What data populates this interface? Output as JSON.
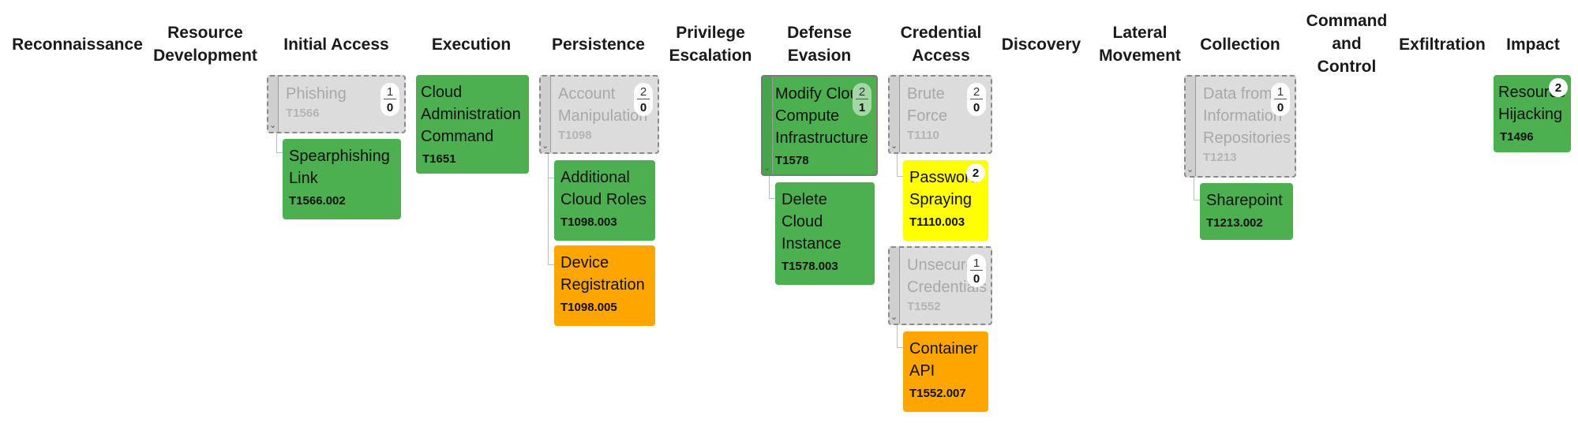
{
  "tactics": [
    "Reconnaissance",
    "Resource\nDevelopment",
    "Initial Access",
    "Execution",
    "Persistence",
    "Privilege\nEscalation",
    "Defense\nEvasion",
    "Credential\nAccess",
    "Discovery",
    "Lateral\nMovement",
    "Collection",
    "Command\nand\nControl",
    "Exfiltration",
    "Impact"
  ],
  "techniques": {
    "phishing": {
      "name": "Phishing",
      "id": "T1566",
      "badge_top": "1",
      "badge_bottom": "0"
    },
    "spearphishing_link": {
      "name": "Spearphishing\nLink",
      "id": "T1566.002"
    },
    "cloud_admin_command": {
      "name": "Cloud\nAdministration\nCommand",
      "id": "T1651"
    },
    "account_manipulation": {
      "name": "Account\nManipulation",
      "id": "T1098",
      "badge_top": "2",
      "badge_bottom": "0"
    },
    "additional_cloud_roles": {
      "name": "Additional\nCloud Roles",
      "id": "T1098.003"
    },
    "device_registration": {
      "name": "Device\nRegistration",
      "id": "T1098.005"
    },
    "modify_cloud_compute": {
      "name": "Modify Cloud\nCompute\nInfrastructure",
      "id": "T1578",
      "badge_top": "2",
      "badge_bottom": "1"
    },
    "delete_cloud_instance": {
      "name": "Delete\nCloud\nInstance",
      "id": "T1578.003"
    },
    "brute_force": {
      "name": "Brute\nForce",
      "id": "T1110",
      "badge_top": "2",
      "badge_bottom": "0"
    },
    "password_spraying": {
      "name": "Password\nSpraying",
      "id": "T1110.003",
      "pill": "2"
    },
    "unsecured_credentials": {
      "name": "Unsecured\nCredentials",
      "id": "T1552",
      "badge_top": "1",
      "badge_bottom": "0"
    },
    "container_api": {
      "name": "Container\nAPI",
      "id": "T1552.007"
    },
    "data_from_info_repos": {
      "name": "Data from\nInformation\nRepositories",
      "id": "T1213",
      "badge_top": "1",
      "badge_bottom": "0"
    },
    "sharepoint": {
      "name": "Sharepoint",
      "id": "T1213.002"
    },
    "resource_hijacking": {
      "name": "Resource\nHijacking",
      "id": "T1496",
      "pill": "2"
    }
  },
  "colors": {
    "green": "#4caf50",
    "orange": "#ffa500",
    "yellow": "#ffff00",
    "grey": "#dcdcdc"
  }
}
